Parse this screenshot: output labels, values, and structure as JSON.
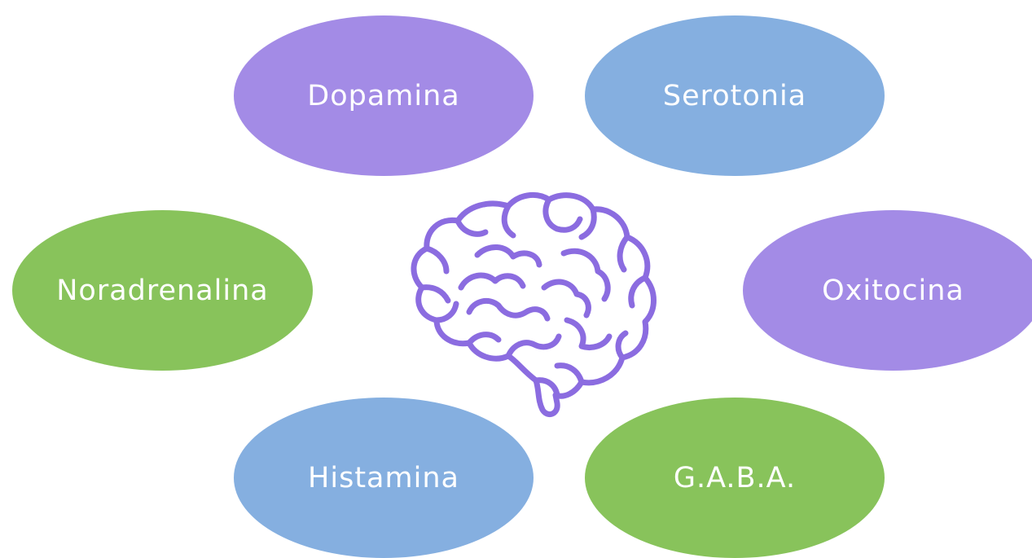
{
  "diagram": {
    "center_icon": "brain-icon",
    "colors": {
      "purple": "#a38be6",
      "blue": "#85afe0",
      "green": "#88c35b",
      "brain_stroke": "#8b6ce0",
      "text": "#ffffff"
    },
    "nodes": [
      {
        "label": "Dopamina",
        "color": "purple"
      },
      {
        "label": "Serotonia",
        "color": "blue"
      },
      {
        "label": "Noradrenalina",
        "color": "green"
      },
      {
        "label": "Oxitocina",
        "color": "purple"
      },
      {
        "label": "Histamina",
        "color": "blue"
      },
      {
        "label": "G.A.B.A.",
        "color": "green"
      }
    ]
  }
}
